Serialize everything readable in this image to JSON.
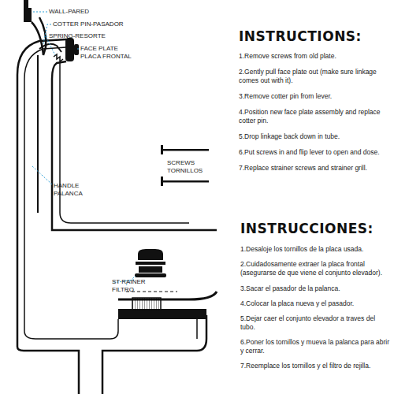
{
  "diagram": {
    "labels": [
      "WALL-PARED",
      "COTTER PIN-PASADOR",
      "SPRING-RESORTE",
      "FACE PLATE",
      "PLACA FRONTAL",
      "SCREWS",
      "TORNILLOS",
      "HANDLE",
      "PALANCA",
      "ST RAINER",
      "FILTRO",
      "INSTRUCTIONS:",
      "1.Remove screws from old plate.",
      "2.Gently pull face plate out (make sure linkage comes out with it).",
      "3.Remove cotter pin from lever.",
      "4.Position new face plate assembly and replace cotter pin.",
      "5.Drop linkage back down in tube.",
      "6.Put screws in and flip lever to open and dose.",
      "7.Replace strainer screws and strainer grill.",
      "INSTRUCCIONES:",
      "1.Desaloje los tornillos de la placa usada.",
      "2.Cuidadosamente extraer la placa frontal (asegurarse de que viene el conjunto elevador).",
      "3.Sacar el pasador de la palanca.",
      "4.Colocar la placa nueva y el pasador.",
      "5.Dejar caer el conjunto elevador a traves del tubo.",
      "6.Poner los tornillos y mueva la palanca para abrir y cerrar.",
      "7.Reemplace los tornillos y el filtro de rejilla."
    ]
  }
}
